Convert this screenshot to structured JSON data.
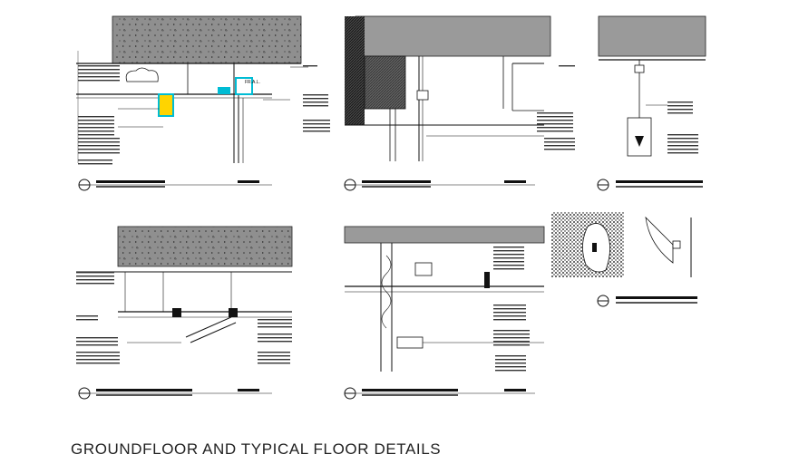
{
  "sheet": {
    "title": "GROUNDFLOOR AND TYPICAL FLOOR DETAILS"
  },
  "colors": {
    "line": "#111111",
    "concrete": "#8c8c8c",
    "slab": "#9a9a9a",
    "accent_cyan": "#00bcd4",
    "accent_yellow": "#ffd400"
  },
  "details": [
    {
      "id": "detail-1",
      "label": "FR.A.L."
    },
    {
      "id": "detail-2"
    },
    {
      "id": "detail-3"
    },
    {
      "id": "detail-4"
    },
    {
      "id": "detail-5"
    },
    {
      "id": "detail-6"
    }
  ]
}
